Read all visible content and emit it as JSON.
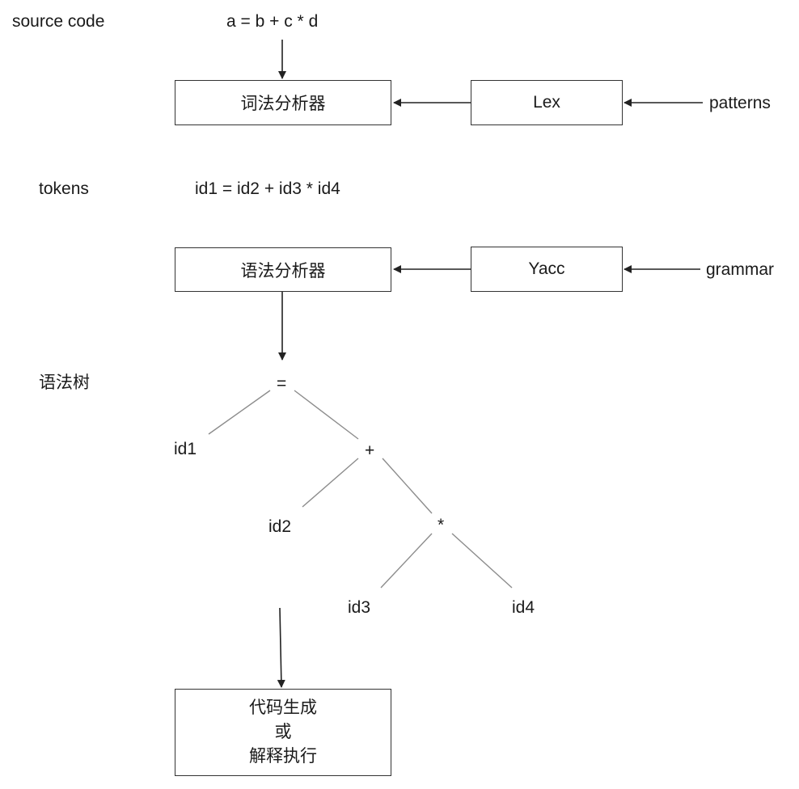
{
  "labels": {
    "source_code": "source code",
    "source_expr": "a = b + c * d",
    "tokens": "tokens",
    "tokens_expr": "id1 = id2 + id3 * id4",
    "syntax_tree": "语法树",
    "patterns": "patterns",
    "grammar": "grammar"
  },
  "boxes": {
    "lexer": "词法分析器",
    "lex_tool": "Lex",
    "parser": "语法分析器",
    "yacc_tool": "Yacc",
    "backend": [
      "代码生成",
      "或",
      "解释执行"
    ]
  },
  "tree": {
    "root": "=",
    "n_id1": "id1",
    "n_plus": "+",
    "n_id2": "id2",
    "n_star": "*",
    "n_id3": "id3",
    "n_id4": "id4"
  },
  "colors": {
    "arrow": "#222222",
    "tree_edge": "#8c8c8c",
    "box_border": "#333333"
  }
}
